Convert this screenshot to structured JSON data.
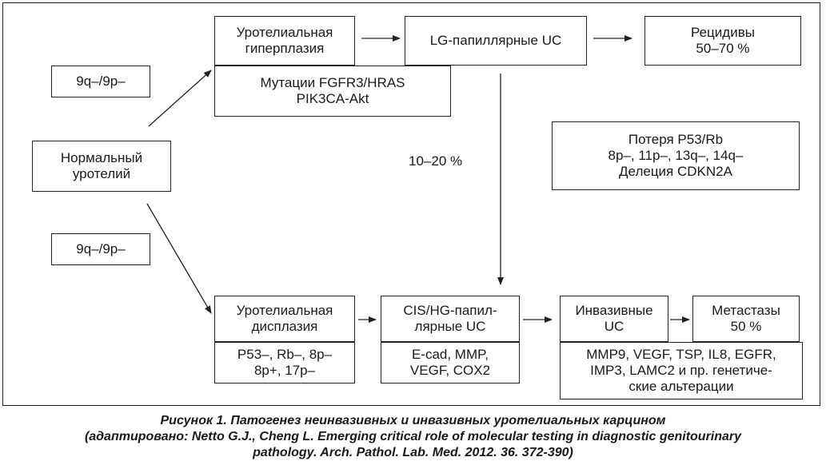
{
  "boxes": {
    "normal": "Нормальный\nуротелий",
    "del_top": "9q–/9p–",
    "del_bottom": "9q–/9p–",
    "hyperplasia": "Уротелиальная\nгиперплазия",
    "fgfr3": "Мутации FGFR3/HRAS\nPIK3CA-Akt",
    "lg_uc": "LG-папиллярные UC",
    "recurrence": "Рецидивы\n50–70 %",
    "p53_loss": "Потеря P53/Rb\n8р–, 11р–, 13q–, 14q–\nДелеция CDKN2A",
    "dysplasia": "Уротелиальная\nдисплазия",
    "dysplasia_markers": "P53–, Rb–, 8р–\n8р+, 17р–",
    "cis": "CIS/HG-папил-\nлярные UC",
    "cis_markers": "E-cad, MMP,\nVEGF, COX2",
    "invasive": "Инвазивные\nUC",
    "metastases": "Метастазы\n50 %",
    "invasive_markers": "MMP9, VEGF, TSP, IL8, EGFR,\nIMP3, LAMC2 и пр. генетиче-\nские альтерации"
  },
  "labels": {
    "progression_pct": "10–20 %"
  },
  "caption": {
    "line1": "Рисунок 1. Патогенез неинвазивных и инвазивных уротелиальных карцином",
    "line2": "(адаптировано: Netto G.J., Cheng L. Emerging critical role of molecular testing in diagnostic genitourinary",
    "line3": "pathology. Arch. Pathol. Lab. Med. 2012. 36. 372-390)"
  }
}
